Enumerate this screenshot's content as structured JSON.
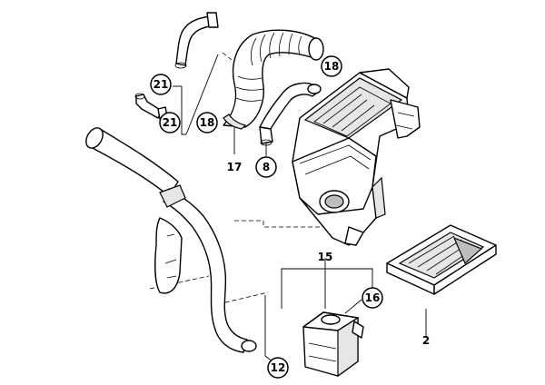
{
  "diagram": {
    "parts": [
      {
        "id": "hose",
        "name": "vent-hose"
      },
      {
        "id": "elbow",
        "name": "elbow-connector"
      },
      {
        "id": "bellows",
        "name": "intake-bellows"
      },
      {
        "id": "small_pipe",
        "name": "vent-pipe"
      },
      {
        "id": "airbox",
        "name": "air-filter-housing"
      },
      {
        "id": "intake_duct",
        "name": "intake-duct"
      },
      {
        "id": "filter",
        "name": "air-filter-element"
      },
      {
        "id": "resonator",
        "name": "resonator-box"
      }
    ],
    "callouts": [
      {
        "id": "c21a",
        "label": "21",
        "circled": true
      },
      {
        "id": "c21b",
        "label": "21",
        "circled": true
      },
      {
        "id": "c18a",
        "label": "18",
        "circled": true
      },
      {
        "id": "c18b",
        "label": "18",
        "circled": true
      },
      {
        "id": "c17",
        "label": "17",
        "circled": false
      },
      {
        "id": "c8",
        "label": "8",
        "circled": true
      },
      {
        "id": "c15",
        "label": "15",
        "circled": false
      },
      {
        "id": "c16",
        "label": "16",
        "circled": true
      },
      {
        "id": "c12",
        "label": "12",
        "circled": true
      },
      {
        "id": "c2",
        "label": "2",
        "circled": false
      }
    ]
  }
}
